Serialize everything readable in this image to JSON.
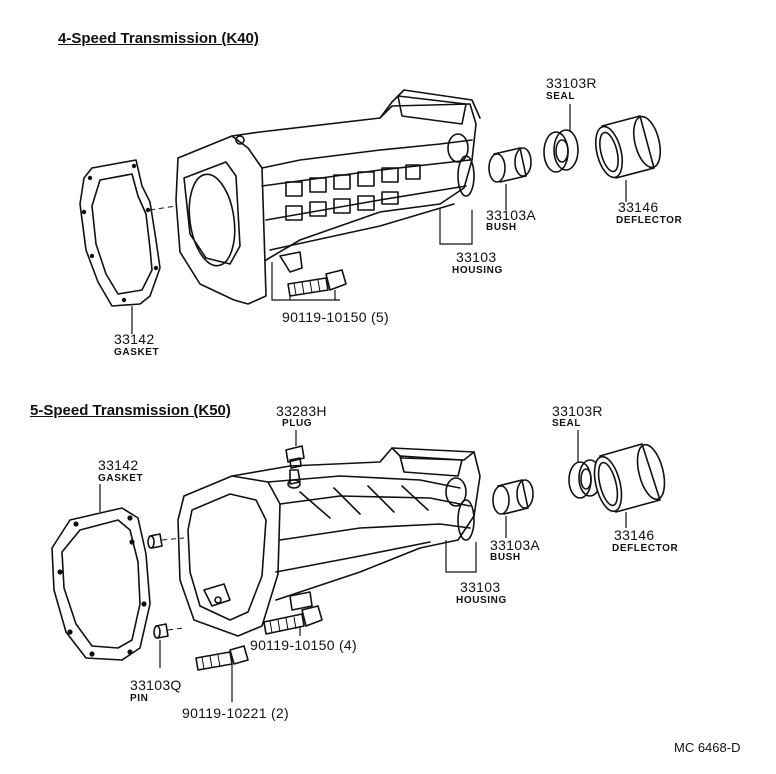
{
  "sections": [
    {
      "title": "4-Speed Transmission (K40)",
      "parts": [
        {
          "id": "33103R",
          "number": "33103R",
          "name": "SEAL"
        },
        {
          "id": "33103A",
          "number": "33103A",
          "name": "BUSH"
        },
        {
          "id": "33146",
          "number": "33146",
          "name": "DEFLECTOR"
        },
        {
          "id": "33103",
          "number": "33103",
          "name": "HOUSING"
        },
        {
          "id": "33142",
          "number": "33142",
          "name": "GASKET"
        },
        {
          "id": "bolt",
          "number": "90119-10150 (5)",
          "name": ""
        }
      ]
    },
    {
      "title": "5-Speed Transmission (K50)",
      "parts": [
        {
          "id": "33283H",
          "number": "33283H",
          "name": "PLUG"
        },
        {
          "id": "33103R",
          "number": "33103R",
          "name": "SEAL"
        },
        {
          "id": "33142",
          "number": "33142",
          "name": "GASKET"
        },
        {
          "id": "33103A",
          "number": "33103A",
          "name": "BUSH"
        },
        {
          "id": "33146",
          "number": "33146",
          "name": "DEFLECTOR"
        },
        {
          "id": "33103",
          "number": "33103",
          "name": "HOUSING"
        },
        {
          "id": "33103Q",
          "number": "33103Q",
          "name": "PIN"
        },
        {
          "id": "bolt1",
          "number": "90119-10150 (4)",
          "name": ""
        },
        {
          "id": "bolt2",
          "number": "90119-10221 (2)",
          "name": ""
        }
      ]
    }
  ],
  "reference": "MC 6468-D"
}
